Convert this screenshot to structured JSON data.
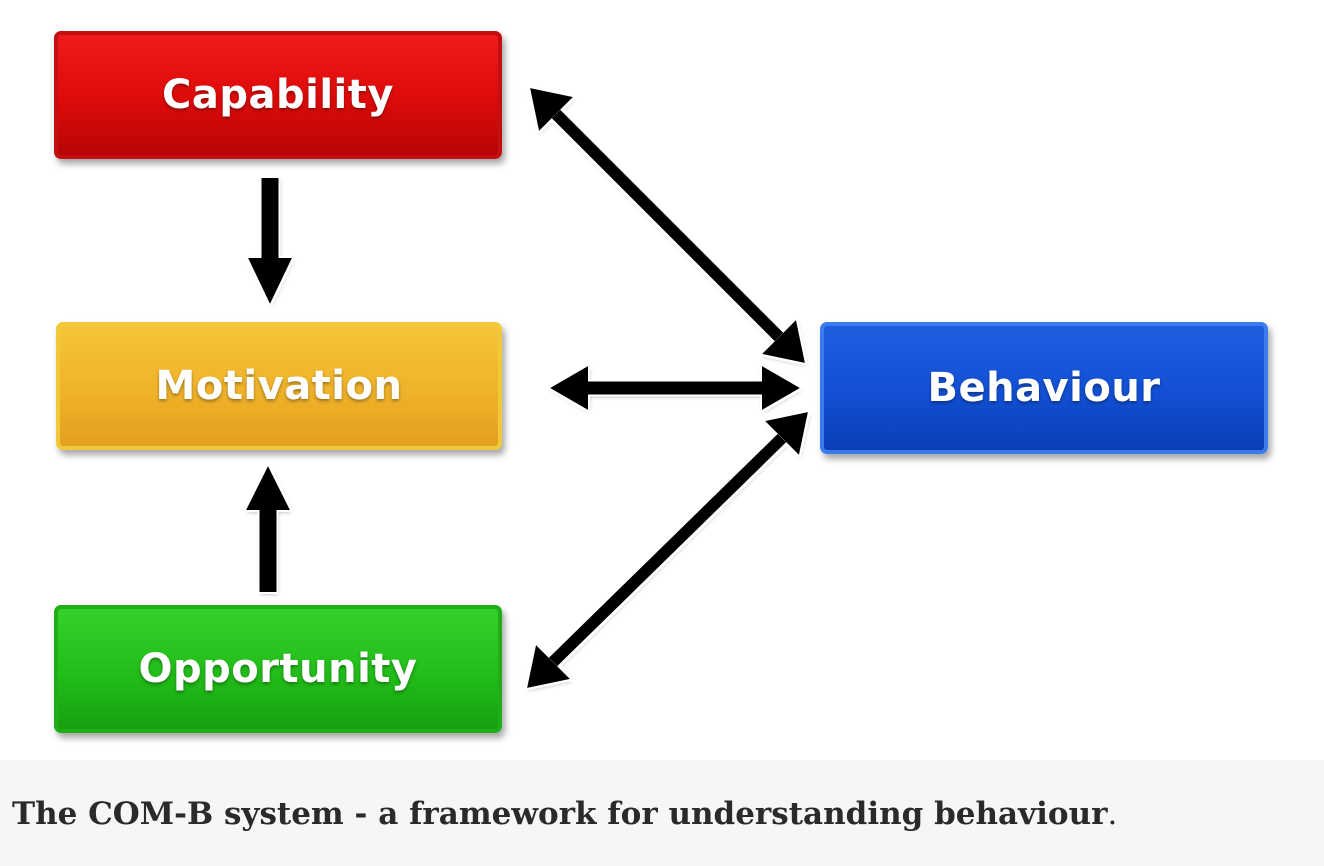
{
  "diagram": {
    "title": "COM-B system",
    "nodes": [
      {
        "id": "capability",
        "label": "Capability",
        "color": "#dd0a0a"
      },
      {
        "id": "motivation",
        "label": "Motivation",
        "color": "#efb22a"
      },
      {
        "id": "opportunity",
        "label": "Opportunity",
        "color": "#22bd19"
      },
      {
        "id": "behaviour",
        "label": "Behaviour",
        "color": "#124fd3"
      }
    ],
    "edges": [
      {
        "from": "capability",
        "to": "motivation",
        "direction": "one-way"
      },
      {
        "from": "opportunity",
        "to": "motivation",
        "direction": "one-way"
      },
      {
        "from": "capability",
        "to": "behaviour",
        "direction": "two-way"
      },
      {
        "from": "motivation",
        "to": "behaviour",
        "direction": "two-way"
      },
      {
        "from": "opportunity",
        "to": "behaviour",
        "direction": "two-way"
      }
    ],
    "arrow_color": "#000000"
  },
  "caption": {
    "text": "The COM-B system - a framework for understanding behaviour",
    "end": "."
  }
}
